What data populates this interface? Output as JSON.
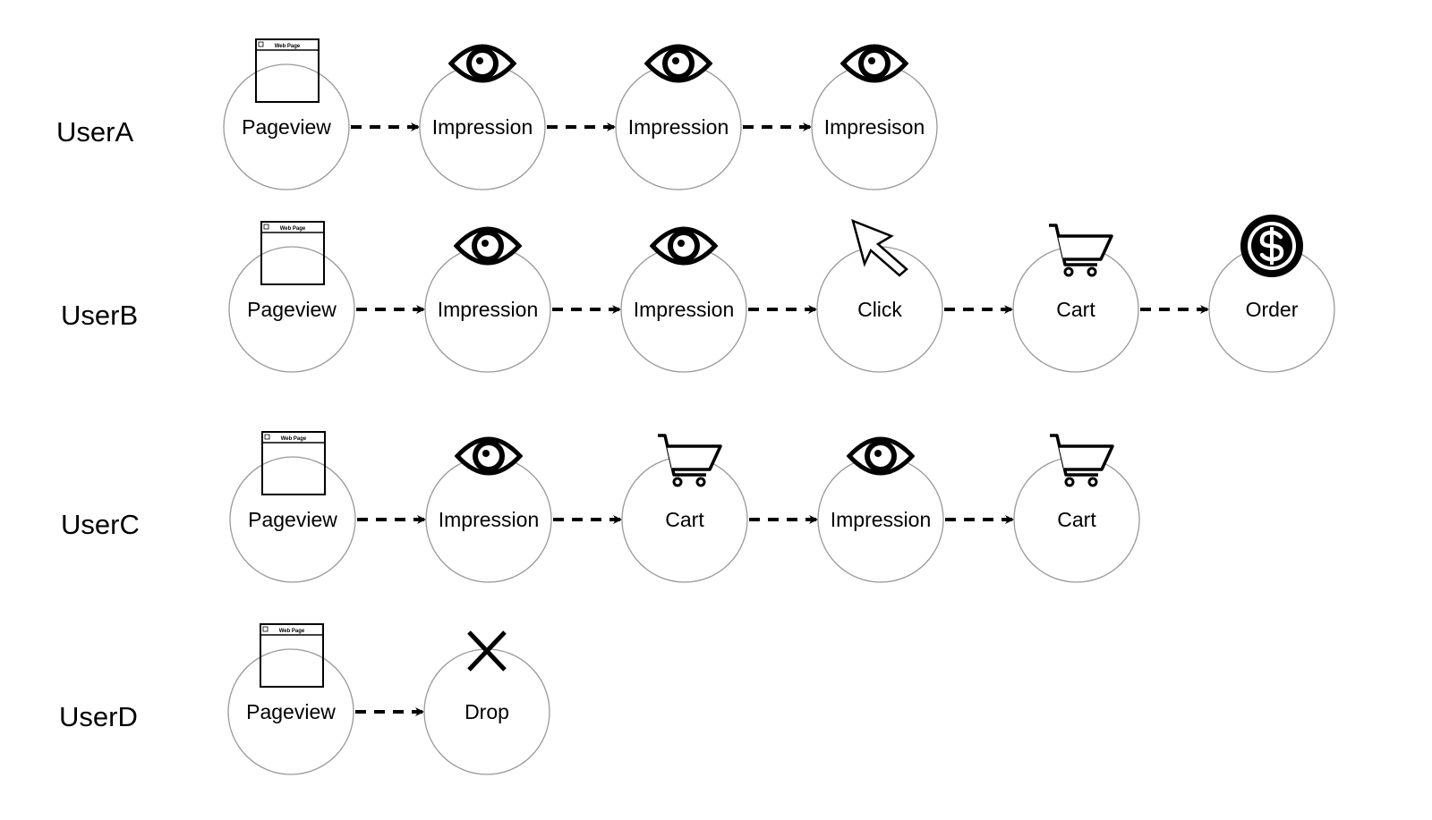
{
  "flows": [
    {
      "user": "UserA",
      "steps": [
        {
          "label": "Pageview",
          "icon": "web-page-icon",
          "icon_text": "Web Page"
        },
        {
          "label": "Impression",
          "icon": "eye-icon"
        },
        {
          "label": "Impression",
          "icon": "eye-icon"
        },
        {
          "label": "Impresison",
          "icon": "eye-icon"
        }
      ]
    },
    {
      "user": "UserB",
      "steps": [
        {
          "label": "Pageview",
          "icon": "web-page-icon",
          "icon_text": "Web Page"
        },
        {
          "label": "Impression",
          "icon": "eye-icon"
        },
        {
          "label": "Impression",
          "icon": "eye-icon"
        },
        {
          "label": "Click",
          "icon": "cursor-arrow-icon"
        },
        {
          "label": "Cart",
          "icon": "shopping-cart-icon"
        },
        {
          "label": "Order",
          "icon": "dollar-coin-icon"
        }
      ]
    },
    {
      "user": "UserC",
      "steps": [
        {
          "label": "Pageview",
          "icon": "web-page-icon",
          "icon_text": "Web Page"
        },
        {
          "label": "Impression",
          "icon": "eye-icon"
        },
        {
          "label": "Cart",
          "icon": "shopping-cart-icon"
        },
        {
          "label": "Impression",
          "icon": "eye-icon"
        },
        {
          "label": "Cart",
          "icon": "shopping-cart-icon"
        }
      ]
    },
    {
      "user": "UserD",
      "steps": [
        {
          "label": "Pageview",
          "icon": "web-page-icon",
          "icon_text": "Web Page"
        },
        {
          "label": "Drop",
          "icon": "x-cross-icon"
        }
      ]
    }
  ],
  "colors": {
    "circle_stroke": "#999999",
    "ink": "#000000",
    "background": "#ffffff"
  }
}
